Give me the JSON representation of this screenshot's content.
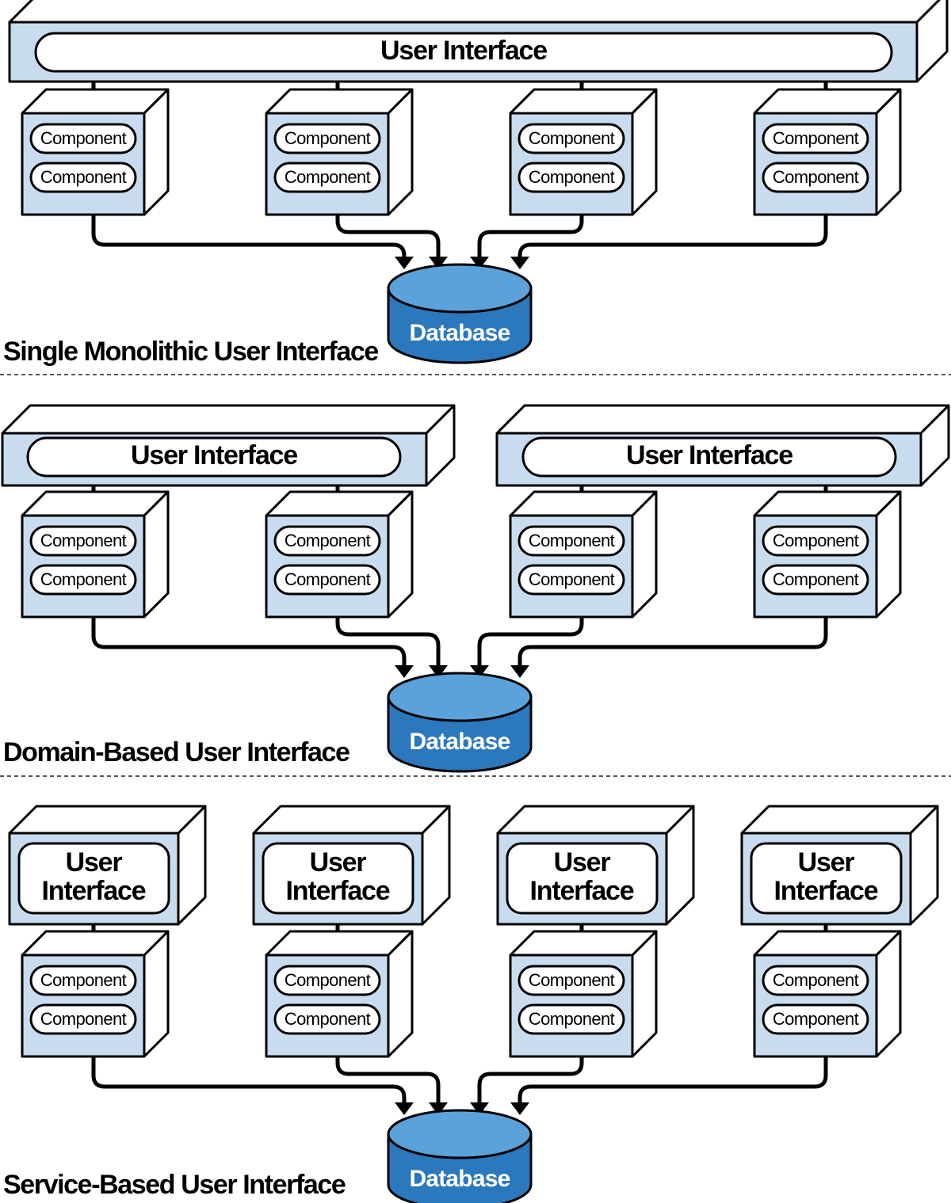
{
  "colors": {
    "box_front": "#c9dcef",
    "database_top": "#5aa2d9",
    "database_side": "#2b78bd",
    "stroke": "#000000"
  },
  "sections": [
    {
      "title": "Single Monolithic User Interface",
      "user_interfaces": [
        "User Interface"
      ],
      "component_groups": [
        [
          "Component",
          "Component"
        ],
        [
          "Component",
          "Component"
        ],
        [
          "Component",
          "Component"
        ],
        [
          "Component",
          "Component"
        ]
      ],
      "database": "Database"
    },
    {
      "title": "Domain-Based User Interface",
      "user_interfaces": [
        "User Interface",
        "User Interface"
      ],
      "component_groups": [
        [
          "Component",
          "Component"
        ],
        [
          "Component",
          "Component"
        ],
        [
          "Component",
          "Component"
        ],
        [
          "Component",
          "Component"
        ]
      ],
      "database": "Database"
    },
    {
      "title": "Service-Based User Interface",
      "user_interfaces": [
        "User Interface",
        "User Interface",
        "User Interface",
        "User Interface"
      ],
      "component_groups": [
        [
          "Component",
          "Component"
        ],
        [
          "Component",
          "Component"
        ],
        [
          "Component",
          "Component"
        ],
        [
          "Component",
          "Component"
        ]
      ],
      "database": "Database"
    }
  ]
}
